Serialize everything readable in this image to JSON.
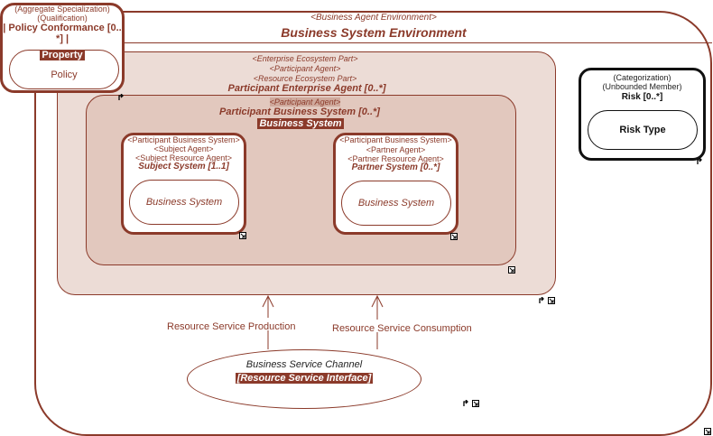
{
  "diagram": {
    "env": {
      "stereotype": "<Business Agent Environment>",
      "title": "Business System Environment"
    },
    "policy": {
      "stereo1": "(Aggregate Specialization)",
      "stereo2": "(Qualification)",
      "title1": "| Policy Conformance [0..",
      "title2": "*] |",
      "property": "Property",
      "inner": "Policy"
    },
    "enterprise": {
      "s1": "<Enterprise Ecosystem Part>",
      "s2": "<Participant Agent>",
      "s3": "<Resource Ecosystem Part>",
      "title": "Participant Enterprise Agent [0..*]"
    },
    "pbs": {
      "s1": "<Participant Agent>",
      "title": "Participant Business System [0..*]",
      "highlight": "Business System"
    },
    "subject": {
      "s1": "<Participant Business System>",
      "s2": "<Subject Agent>",
      "s3": "<Subject Resource Agent>",
      "title": "Subject System [1..1]",
      "inner": "Business System"
    },
    "partner": {
      "s1": "<Participant Business System>",
      "s2": "<Partner Agent>",
      "s3": "<Partner Resource Agent>",
      "title": "Partner System [0..*]",
      "inner": "Business System"
    },
    "risk": {
      "s1": "(Categorization)",
      "s2": "(Unbounded Member)",
      "title": "Risk [0..*]",
      "inner": "Risk Type"
    },
    "production_label": "Resource Service Production",
    "consumption_label": "Resource Service Consumption",
    "channel": {
      "title": "Business Service Channel",
      "interface": "[Resource Service Interface]"
    }
  },
  "colors": {
    "accent": "#8b3a2a",
    "enterprise_fill": "#ecdcd6",
    "pbs_fill": "#e2c8be",
    "highlight_bg": "#8b3a2a"
  }
}
